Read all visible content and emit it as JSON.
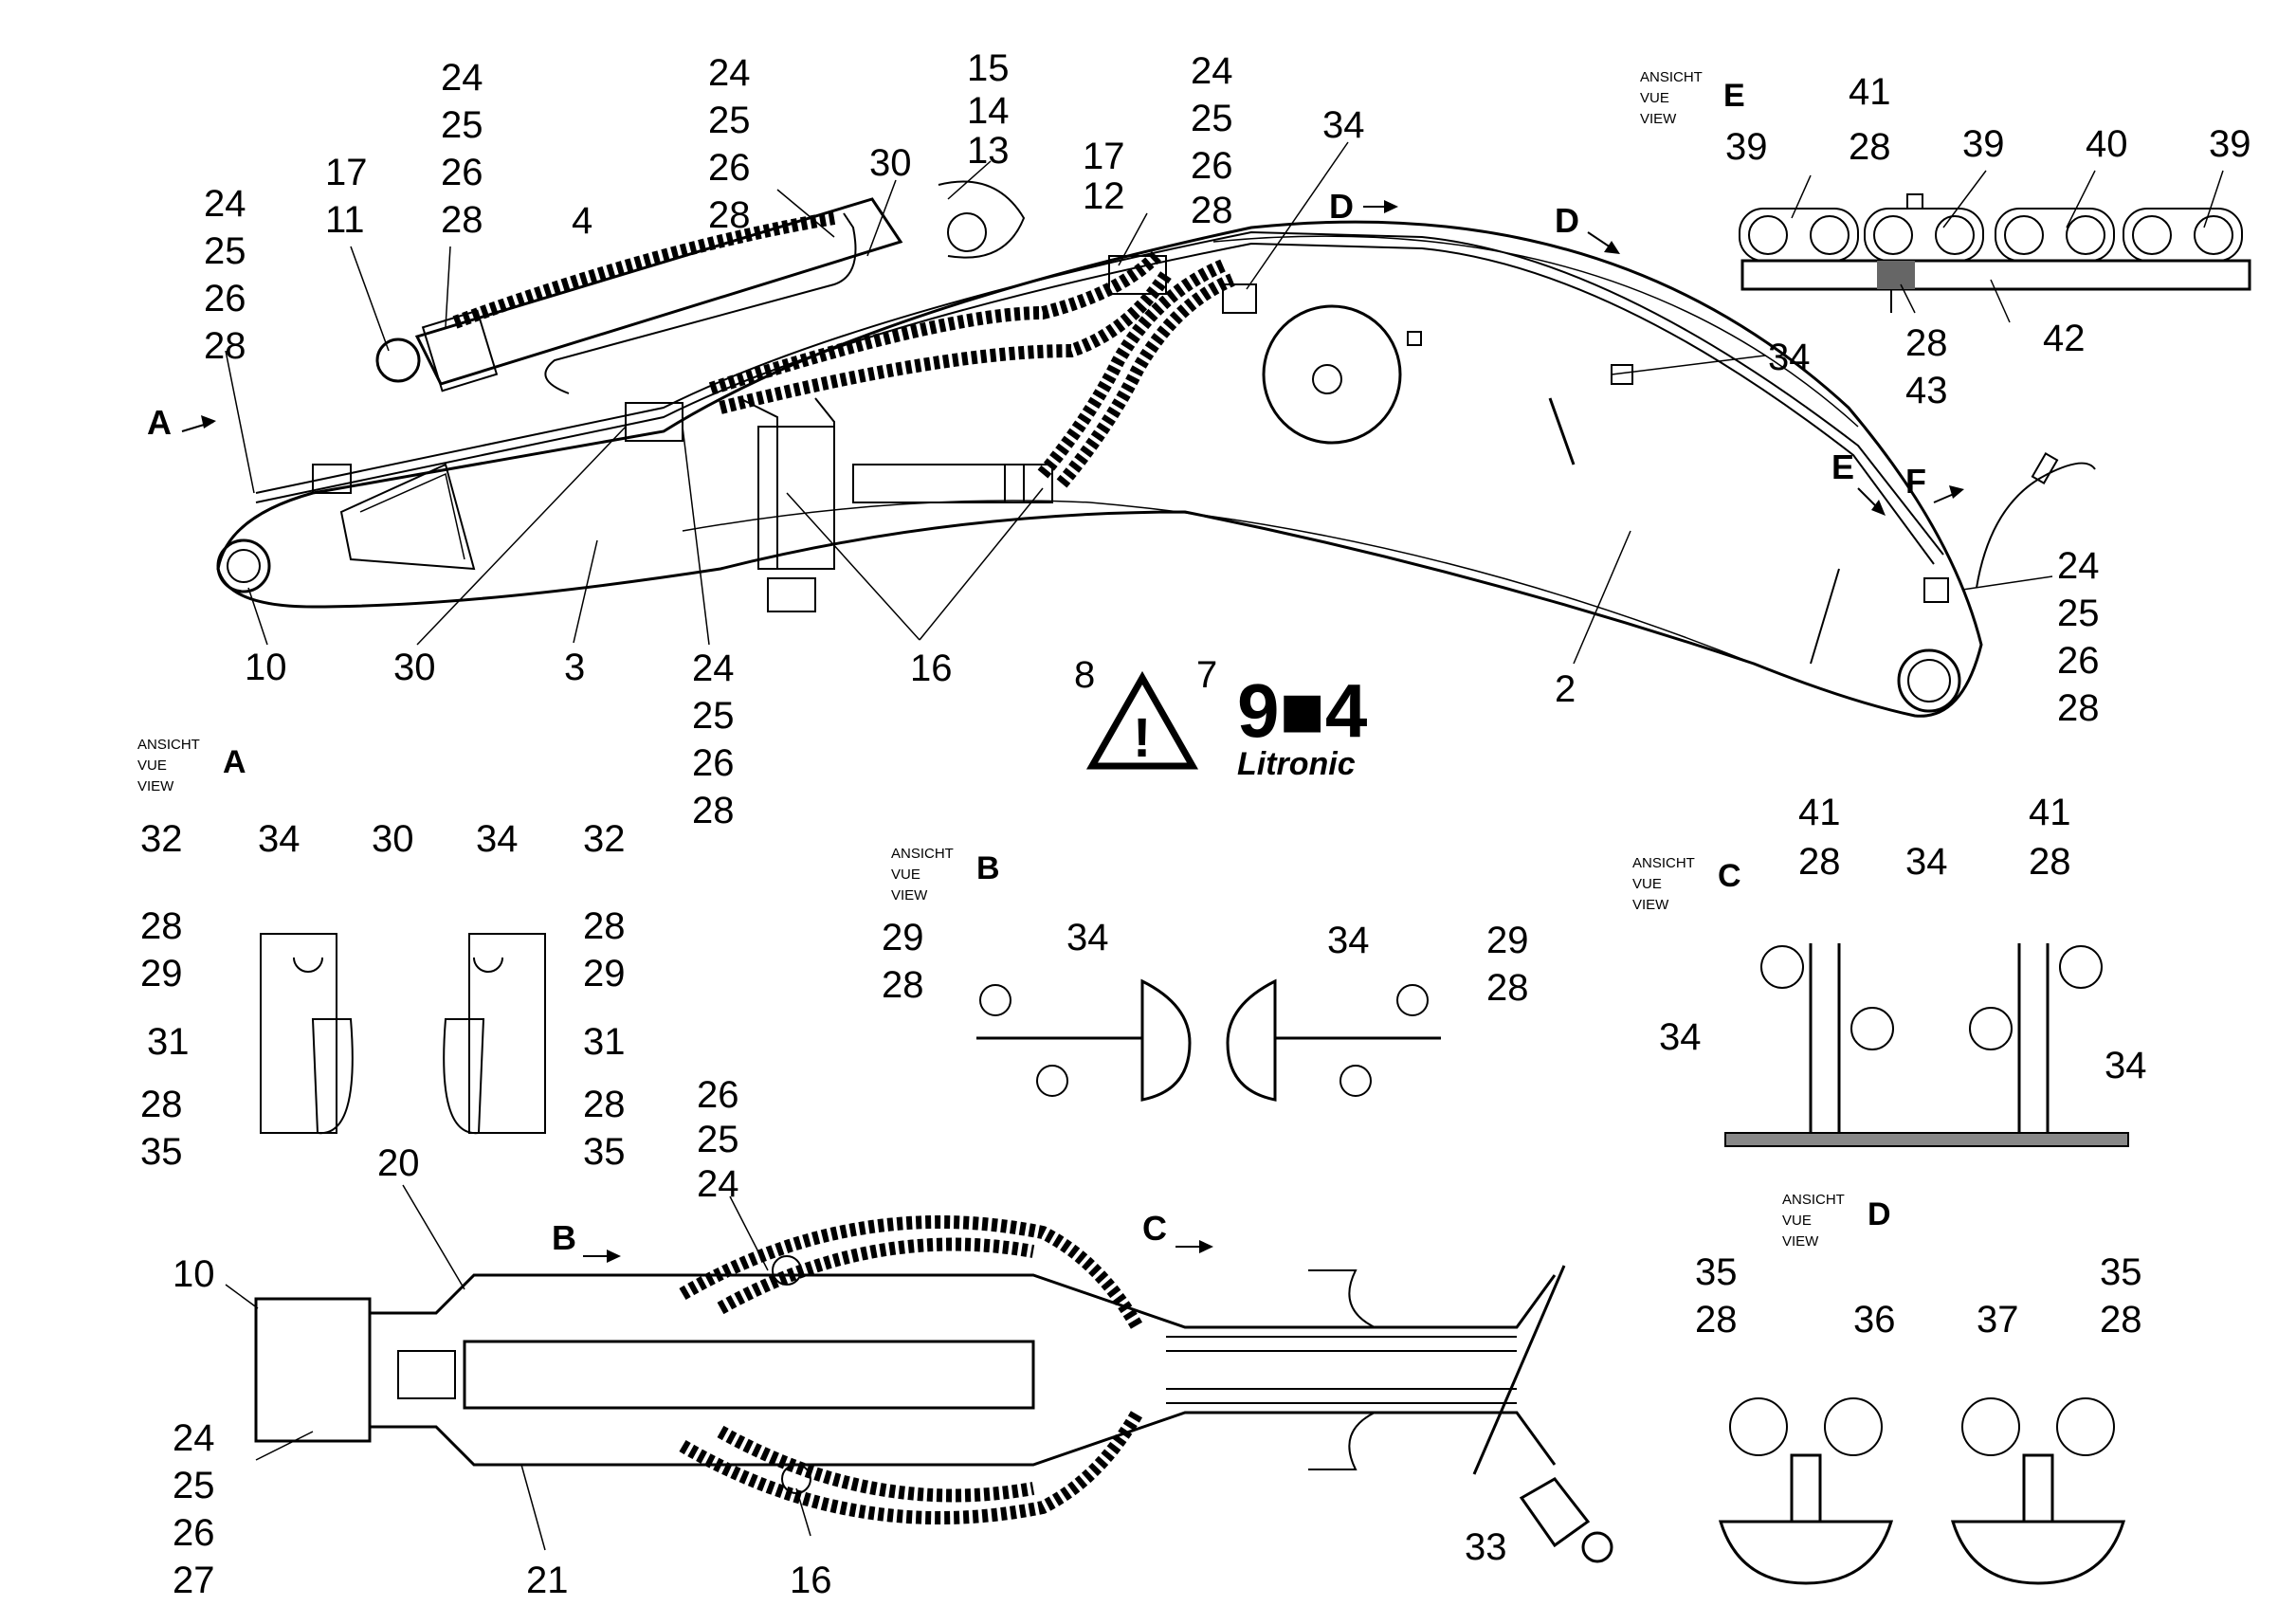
{
  "views": {
    "prefix_line1": "ANSICHT",
    "prefix_line2": "VUE",
    "prefix_line3": "VIEW",
    "a": "A",
    "b": "B",
    "c": "C",
    "d": "D",
    "e": "E"
  },
  "arrows": {
    "a": "A",
    "b": "B",
    "c": "C",
    "d1": "D",
    "d2": "D",
    "e": "E",
    "f": "F"
  },
  "brand": {
    "model": "9■4",
    "name": "Litronic"
  },
  "callouts": {
    "main": {
      "g1": [
        "24",
        "25",
        "26",
        "28"
      ],
      "g2": [
        "17",
        "11"
      ],
      "g3": [
        "24",
        "25",
        "26",
        "28"
      ],
      "g4": "4",
      "g5": [
        "24",
        "25",
        "26",
        "28"
      ],
      "g6": "30",
      "g7": [
        "15",
        "14",
        "13"
      ],
      "g8": [
        "17",
        "12"
      ],
      "g9": [
        "24",
        "25",
        "26",
        "28"
      ],
      "g10": "34",
      "g11": "34",
      "g12": [
        "24",
        "25",
        "26",
        "28"
      ],
      "g13": "10",
      "g14": "30",
      "g15": "3",
      "g16": [
        "24",
        "25",
        "26",
        "28"
      ],
      "g17": "16",
      "g18": "8",
      "g19": "7",
      "g20": "2"
    },
    "view_e": {
      "top1": "41",
      "top2": "28",
      "c1": "39",
      "c2": "39",
      "c3": "40",
      "c4": "39",
      "b1": "28",
      "b2": "43",
      "b3": "42"
    },
    "view_a": {
      "l1": "32",
      "l2": "34",
      "mid": "30",
      "r1": "34",
      "r2": "32",
      "l28a": "28",
      "l29": "29",
      "r28a": "28",
      "r29": "29",
      "l31": "31",
      "r31": "31",
      "l28b": "28",
      "l35": "35",
      "r28b": "28",
      "r35": "35"
    },
    "view_b": {
      "l29": "29",
      "l28": "28",
      "l34": "34",
      "r34": "34",
      "r29": "29",
      "r28": "28"
    },
    "view_c": {
      "a41": "41",
      "a28": "28",
      "b41": "41",
      "b28": "28",
      "b34": "34",
      "l34": "34",
      "r34": "34"
    },
    "view_d": {
      "l35": "35",
      "l28": "28",
      "l36": "36",
      "r35": "35",
      "r37": "37",
      "r28": "28"
    },
    "bottom": {
      "n10": "10",
      "n20": "20",
      "g26": [
        "26",
        "25",
        "24"
      ],
      "g24": [
        "24",
        "25",
        "26",
        "27"
      ],
      "n21": "21",
      "n16": "16",
      "n33": "33"
    }
  }
}
